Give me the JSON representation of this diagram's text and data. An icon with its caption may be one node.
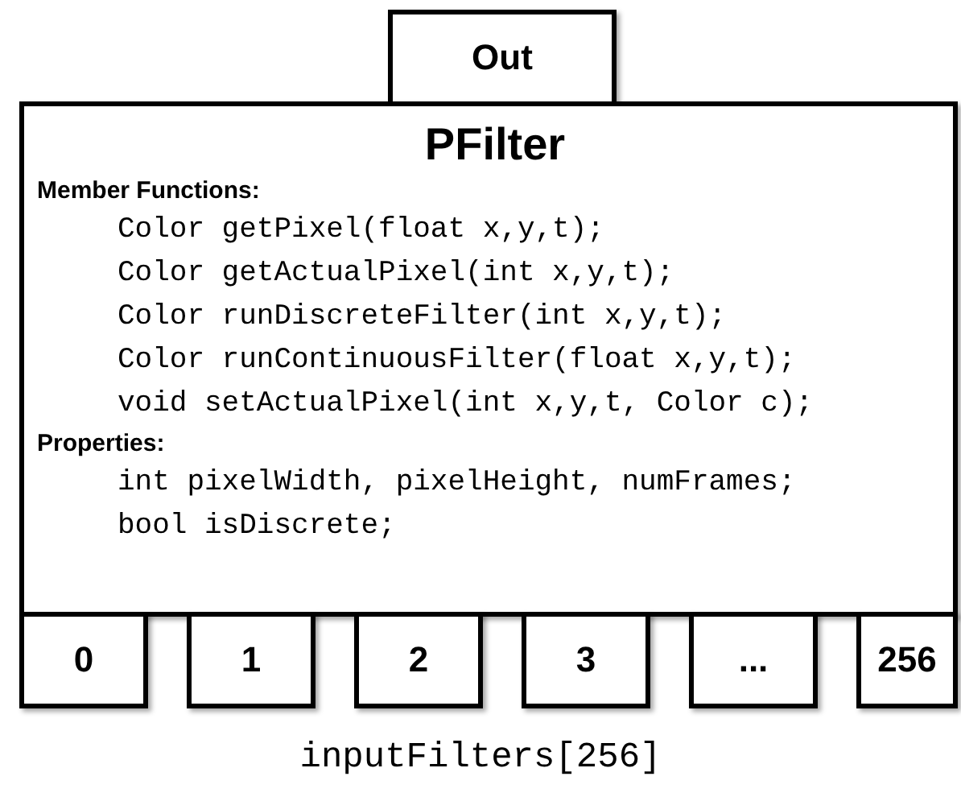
{
  "diagram": {
    "nodes": [
      {
        "text": [
          "Out"
        ]
      },
      {
        "text": [
          "PFilter",
          "Member Functions:",
          "Color getPixel(float x,y,t);",
          "Color getActualPixel(int x,y,t);",
          "Color runDiscreteFilter(int x,y,t);",
          "Color runContinuousFilter(float x,y,t);",
          "void setActualPixel(int x,y,t, Color c);",
          "Properties:",
          "int pixelWidth, pixelHeight, numFrames;",
          "bool isDiscrete;"
        ]
      },
      {
        "text": [
          "0"
        ]
      },
      {
        "text": [
          "1"
        ]
      },
      {
        "text": [
          "2"
        ]
      },
      {
        "text": [
          "3"
        ]
      },
      {
        "text": [
          "..."
        ]
      },
      {
        "text": [
          "256"
        ]
      }
    ],
    "labels": [
      "inputFilters[256]"
    ]
  }
}
